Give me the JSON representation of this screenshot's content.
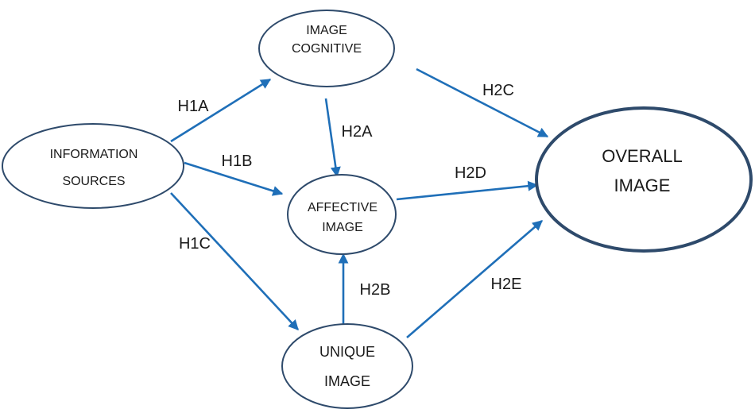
{
  "nodes": {
    "image_cognitive": {
      "lines": [
        "IMAGE",
        "COGNITIVE"
      ]
    },
    "information_sources": {
      "lines": [
        "INFORMATION",
        "SOURCES"
      ]
    },
    "affective_image": {
      "lines": [
        "AFFECTIVE",
        "IMAGE"
      ]
    },
    "unique_image": {
      "lines": [
        "UNIQUE",
        "IMAGE"
      ]
    },
    "overall_image": {
      "lines": [
        "OVERALL",
        "IMAGE"
      ]
    }
  },
  "edges": {
    "h1a": {
      "label": "H1A",
      "from": "INFORMATION SOURCES",
      "to": "IMAGE COGNITIVE"
    },
    "h1b": {
      "label": "H1B",
      "from": "INFORMATION SOURCES",
      "to": "AFFECTIVE IMAGE"
    },
    "h1c": {
      "label": "H1C",
      "from": "INFORMATION SOURCES",
      "to": "UNIQUE IMAGE"
    },
    "h2a": {
      "label": "H2A",
      "from": "IMAGE COGNITIVE",
      "to": "AFFECTIVE IMAGE"
    },
    "h2b": {
      "label": "H2B",
      "from": "UNIQUE IMAGE",
      "to": "AFFECTIVE IMAGE"
    },
    "h2c": {
      "label": "H2C",
      "from": "IMAGE COGNITIVE",
      "to": "OVERALL IMAGE"
    },
    "h2d": {
      "label": "H2D",
      "from": "AFFECTIVE IMAGE",
      "to": "OVERALL IMAGE"
    },
    "h2e": {
      "label": "H2E",
      "from": "UNIQUE IMAGE",
      "to": "OVERALL IMAGE"
    }
  },
  "colors": {
    "arrow": "#1f6fb8",
    "node_border": "#2e4a6b",
    "text": "#1a1a1a"
  }
}
